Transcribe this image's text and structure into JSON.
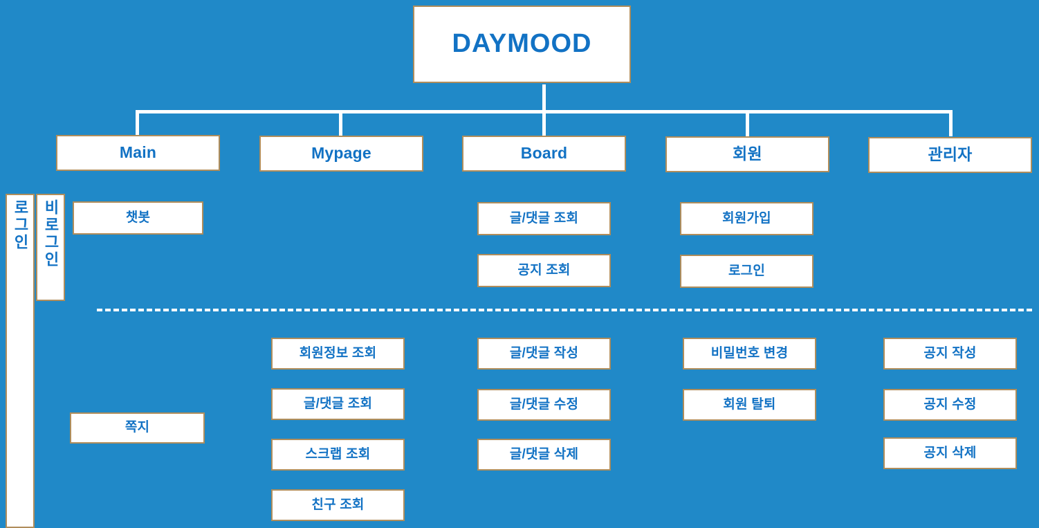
{
  "diagram": {
    "title": "DAYMOOD",
    "background_color": "#2089c8",
    "box_fill": "#ffffff",
    "box_border_color": "#b08d5b",
    "text_color": "#1272c4",
    "connector_color": "#ffffff"
  },
  "root": {
    "label": "DAYMOOD"
  },
  "side_labels": {
    "logged_out": "비로그인",
    "logged_in": "로그인"
  },
  "columns": [
    {
      "key": "main",
      "label": "Main",
      "logged_out_items": [
        "챗봇"
      ],
      "logged_in_items": [
        "쪽지"
      ]
    },
    {
      "key": "mypage",
      "label": "Mypage",
      "logged_out_items": [],
      "logged_in_items": [
        "회원정보 조회",
        "글/댓글 조회",
        "스크랩 조회",
        "친구 조회"
      ]
    },
    {
      "key": "board",
      "label": "Board",
      "logged_out_items": [
        "글/댓글 조회",
        "공지 조회"
      ],
      "logged_in_items": [
        "글/댓글 작성",
        "글/댓글 수정",
        "글/댓글 삭제"
      ]
    },
    {
      "key": "member",
      "label": "회원",
      "logged_out_items": [
        "회원가입",
        "로그인"
      ],
      "logged_in_items": [
        "비밀번호 변경",
        "회원 탈퇴"
      ]
    },
    {
      "key": "admin",
      "label": "관리자",
      "logged_out_items": [],
      "logged_in_items": [
        "공지 작성",
        "공지 수정",
        "공지 삭제"
      ]
    }
  ]
}
